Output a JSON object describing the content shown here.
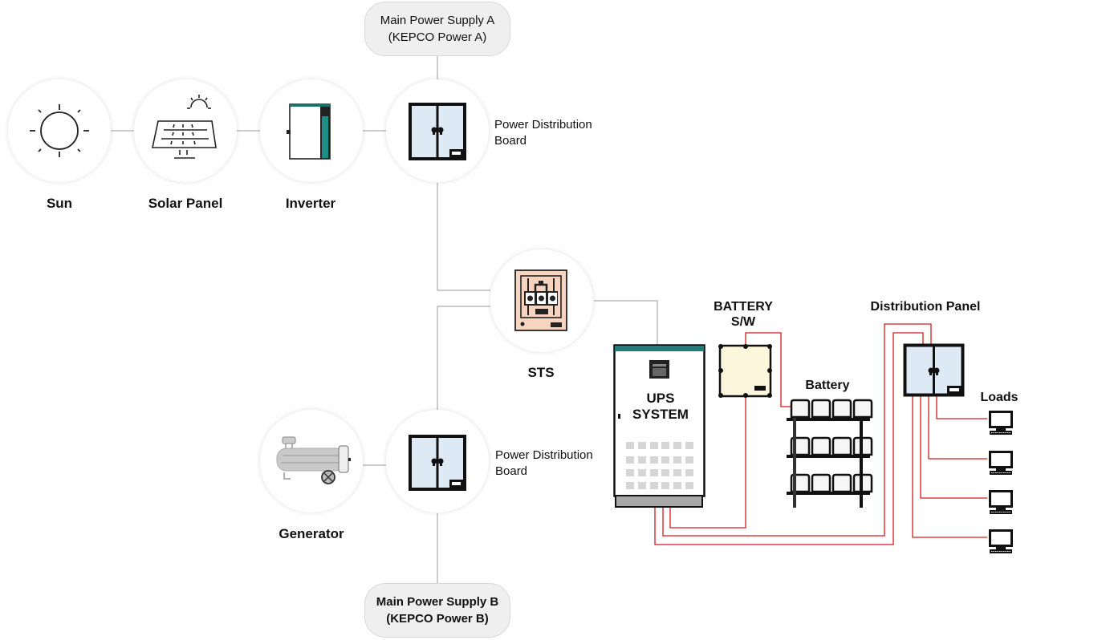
{
  "colors": {
    "wire_gray": "#9a9a9a",
    "wire_red": "#d7191c",
    "teal": "#1c7f7a",
    "panel_glass": "#dde9f5",
    "sts_fill": "#f6d4c0",
    "battery_sw_fill": "#fbf6dc",
    "supply_bg": "#efefef"
  },
  "supply_a": {
    "line1": "Main Power Supply A",
    "line2": "(KEPCO Power A)"
  },
  "supply_b": {
    "line1": "Main Power Supply B",
    "line2": "(KEPCO Power B)"
  },
  "nodes": {
    "sun": {
      "label": "Sun",
      "icon": "sun-icon"
    },
    "solar_panel": {
      "label": "Solar Panel",
      "icon": "solar-panel-icon"
    },
    "inverter": {
      "label": "Inverter",
      "icon": "inverter-icon"
    },
    "pdb_top": {
      "line1": "Power Distribution",
      "line2": "Board",
      "icon": "distribution-board-icon"
    },
    "sts": {
      "label": "STS",
      "icon": "sts-icon"
    },
    "generator": {
      "label": "Generator",
      "icon": "generator-icon"
    },
    "pdb_bottom": {
      "line1": "Power Distribution",
      "line2": "Board",
      "icon": "distribution-board-icon"
    }
  },
  "ups": {
    "line1": "UPS",
    "line2": "SYSTEM"
  },
  "battery_switch": {
    "line1": "BATTERY",
    "line2": "S/W"
  },
  "battery": {
    "label": "Battery"
  },
  "distribution_panel": {
    "label": "Distribution Panel"
  },
  "loads": {
    "label": "Loads",
    "count": 4
  }
}
